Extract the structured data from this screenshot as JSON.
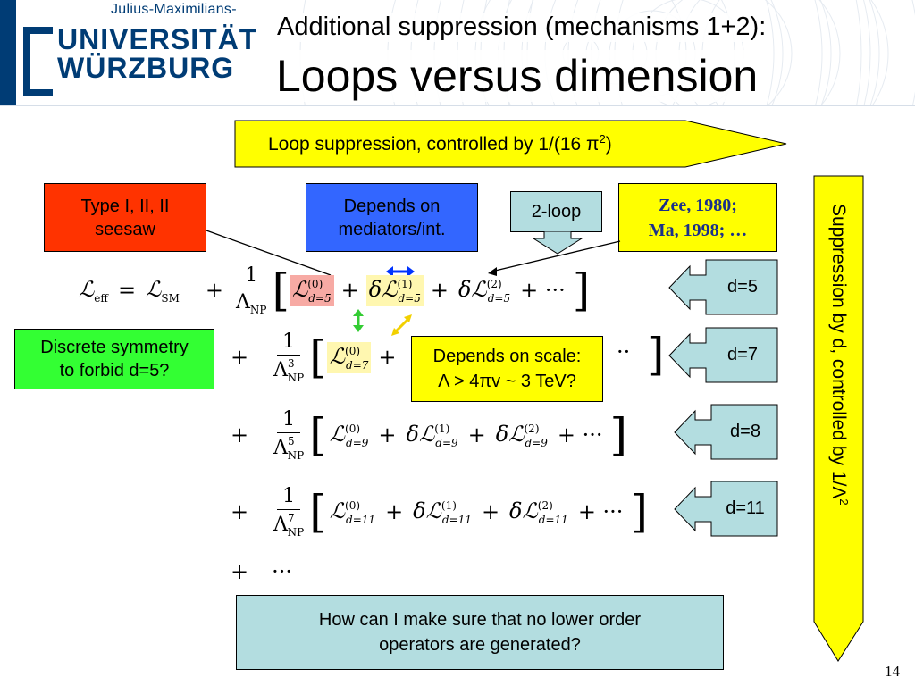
{
  "header": {
    "university_sub": "Julius-Maximilians-",
    "university_line1": "UNIVERSITÄT",
    "university_line2": "WÜRZBURG",
    "title_sub": "Additional suppression (mechanisms 1+2):",
    "title_main": "Loops versus dimension"
  },
  "loop_arrow": {
    "text": "Loop suppression, controlled by 1/(16 π",
    "sup": "2",
    "tail": ")"
  },
  "boxes": {
    "seesaw": "Type I, II, II seesaw",
    "mediators": "Depends on mediators/int.",
    "two_loop": "2-loop",
    "zee_line1": "Zee, 1980;",
    "zee_line2": "Ma, 1998; …",
    "discrete_line1": "Discrete symmetry",
    "discrete_line2": "to forbid d=5?",
    "scale_line1": "Depends on scale:",
    "scale_line2": "Λ > 4πv ~ 3 TeV?",
    "question_line1": "How can I make sure that no lower order",
    "question_line2": "operators are generated?"
  },
  "dims": [
    "d=5",
    "d=7",
    "d=8",
    "d=11"
  ],
  "side_arrow": {
    "text": "Suppression by d, controlled by 1/Λ",
    "sup": "2"
  },
  "equation": {
    "lhs": "ℒ",
    "lhs_sub": "eff",
    "rhs": "ℒ",
    "rhs_sub": "SM",
    "rows": [
      {
        "pow": "",
        "d": "5"
      },
      {
        "pow": "3",
        "d": "7"
      },
      {
        "pow": "5",
        "d": "9"
      },
      {
        "pow": "7",
        "d": "11"
      }
    ]
  },
  "page_number": "14"
}
